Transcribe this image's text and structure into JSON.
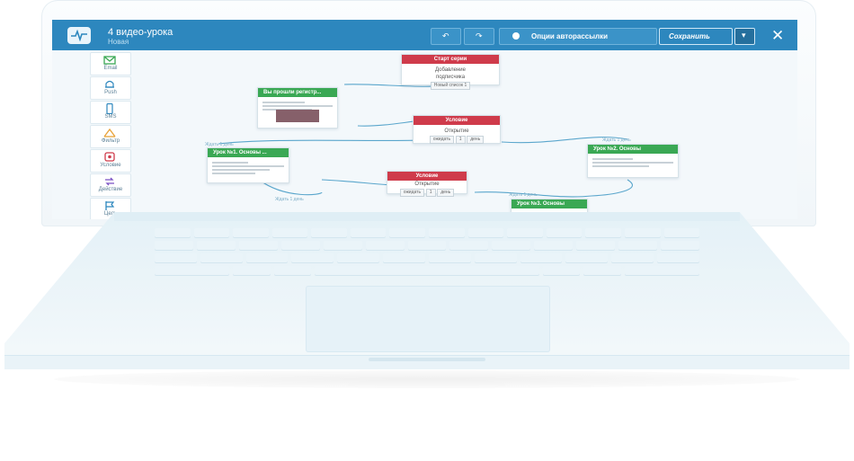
{
  "header": {
    "title": "4 видео-урока",
    "subtitle": "Новая",
    "options_label": "Опции авторассылки",
    "save_label": "Сохранить",
    "undo_icon": "undo-icon",
    "redo_icon": "redo-icon",
    "close_icon": "close-icon"
  },
  "palette": {
    "items": [
      {
        "label": "Email",
        "icon": "envelope-icon"
      },
      {
        "label": "Push",
        "icon": "bell-icon"
      },
      {
        "label": "SMS",
        "icon": "phone-icon"
      },
      {
        "label": "Фильтр",
        "icon": "filter-icon"
      },
      {
        "label": "Условие",
        "icon": "condition-icon"
      },
      {
        "label": "Действие",
        "icon": "action-icon"
      },
      {
        "label": "Цель",
        "icon": "goal-icon"
      }
    ]
  },
  "canvas": {
    "start": {
      "head": "Старт серии",
      "line1": "Добавление",
      "line2": "подписчика",
      "list": "Новый список 1"
    },
    "mail1": {
      "head": "Вы прошли регистр..."
    },
    "cond1": {
      "head": "Условие",
      "label": "Открытие",
      "wait": "ожидать",
      "days": "1",
      "unit": "день"
    },
    "mail2": {
      "head": "Урок №1. Основы ..."
    },
    "mail3": {
      "head": "Урок №2. Основы"
    },
    "cond2": {
      "head": "Условие",
      "label": "Открытие",
      "wait": "ожидать",
      "days": "1",
      "unit": "день"
    },
    "mail4": {
      "head": "Урок №3. Основы"
    },
    "edges": [
      "Ждать 1 день",
      "Ждать 1 день",
      "Ждать 1 день",
      "Ждать 1 день"
    ]
  },
  "colors": {
    "header": "#2d87be",
    "condition": "#cf3b4b",
    "email": "#3aa854"
  }
}
